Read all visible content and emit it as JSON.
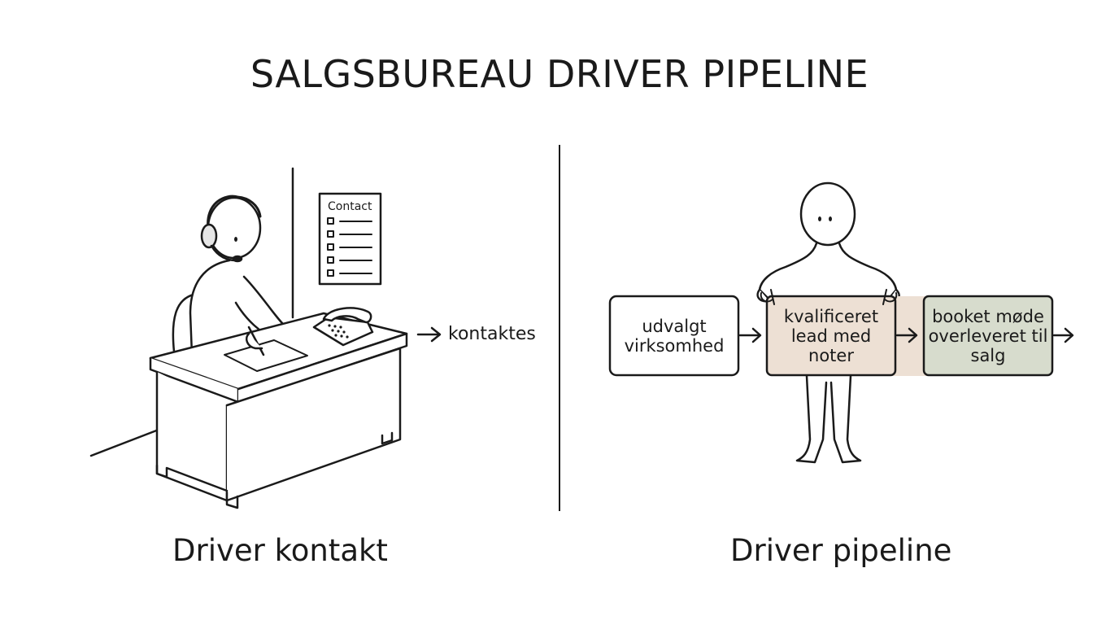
{
  "title": "SALGSBUREAU DRIVER PIPELINE",
  "left_panel": {
    "caption": "Driver kontakt",
    "arrow_label": "kontaktes",
    "clipboard_label": "Contact"
  },
  "right_panel": {
    "caption": "Driver pipeline",
    "steps": [
      {
        "label": "udvalgt virksomhed",
        "color": "#ffffff"
      },
      {
        "label": "kvalificeret lead med noter",
        "color": "#ede0d4"
      },
      {
        "label": "booket møde overleveret til salg",
        "color": "#d7dccd"
      }
    ]
  }
}
